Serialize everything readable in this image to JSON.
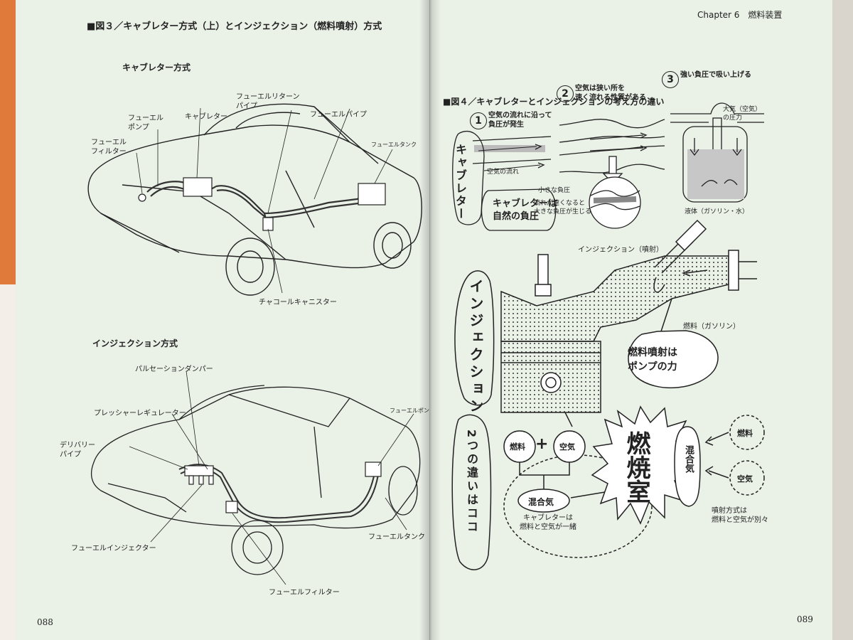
{
  "left_page": {
    "figure_title": "■図３／キャブレター方式（上）とインジェクション（燃料噴射）方式",
    "carb_heading": "キャブレター方式",
    "carb_labels": {
      "return_pipe": "フューエルリターン\nパイプ",
      "carburetor": "キャブレター",
      "fuel_pipe": "フューエルパイプ",
      "fuel_pump": "フューエル\nポンプ",
      "fuel_filter": "フューエル\nフィルター",
      "fuel_tank": "フューエルタンク",
      "canister": "チャコールキャニスター"
    },
    "inj_heading": "インジェクション方式",
    "inj_labels": {
      "damper": "パルセーションダンパー",
      "regulator": "プレッシャーレギュレーター",
      "delivery_pipe": "デリバリー\nパイプ",
      "fuel_pump": "フューエルポンプ",
      "fuel_tank": "フューエルタンク",
      "injector": "フューエルインジェクター",
      "fuel_filter": "フューエルフィルター"
    },
    "page_number": "088"
  },
  "right_page": {
    "header": "Chapter 6　燃料装置",
    "figure_title": "■図４／キャブレターとインジェクションの考え方の違い",
    "steps": {
      "s1_num": "1",
      "s1_text": "空気の流れに沿って\n負圧が発生",
      "s2_num": "2",
      "s2_text": "空気は狭い所を\n速く流れる性質がある",
      "s3_num": "3",
      "s3_text": "強い負圧で吸い上げる"
    },
    "carb_side": "キャブレター",
    "air_flow": "空気の流れ",
    "small_neg": "小さな負圧",
    "fast_flow": "流れが速くなると\n大きな負圧が生じる",
    "atm_pressure": "大気（空気）\nの圧力",
    "liquid": "液体（ガソリン・水）",
    "carb_bubble": "キャブレターは\n自然の負圧",
    "inj_side": "インジェクション",
    "injection_label": "インジェクション（噴射）",
    "fuel_gasoline": "燃料（ガソリン）",
    "inj_bubble": "燃料噴射は\nポンプの力",
    "two_diff": "2つの違いはココ",
    "fuel": "燃料",
    "air": "空気",
    "plus": "+",
    "mixture": "混合気",
    "carb_note": "キャブレターは\n燃料と空気が一緒",
    "chamber": "燃焼室",
    "mix_vertical": "混合気",
    "fuel_r": "燃料",
    "air_r": "空気",
    "inj_note": "噴射方式は\n燃料と空気が別々",
    "page_number": "089"
  }
}
